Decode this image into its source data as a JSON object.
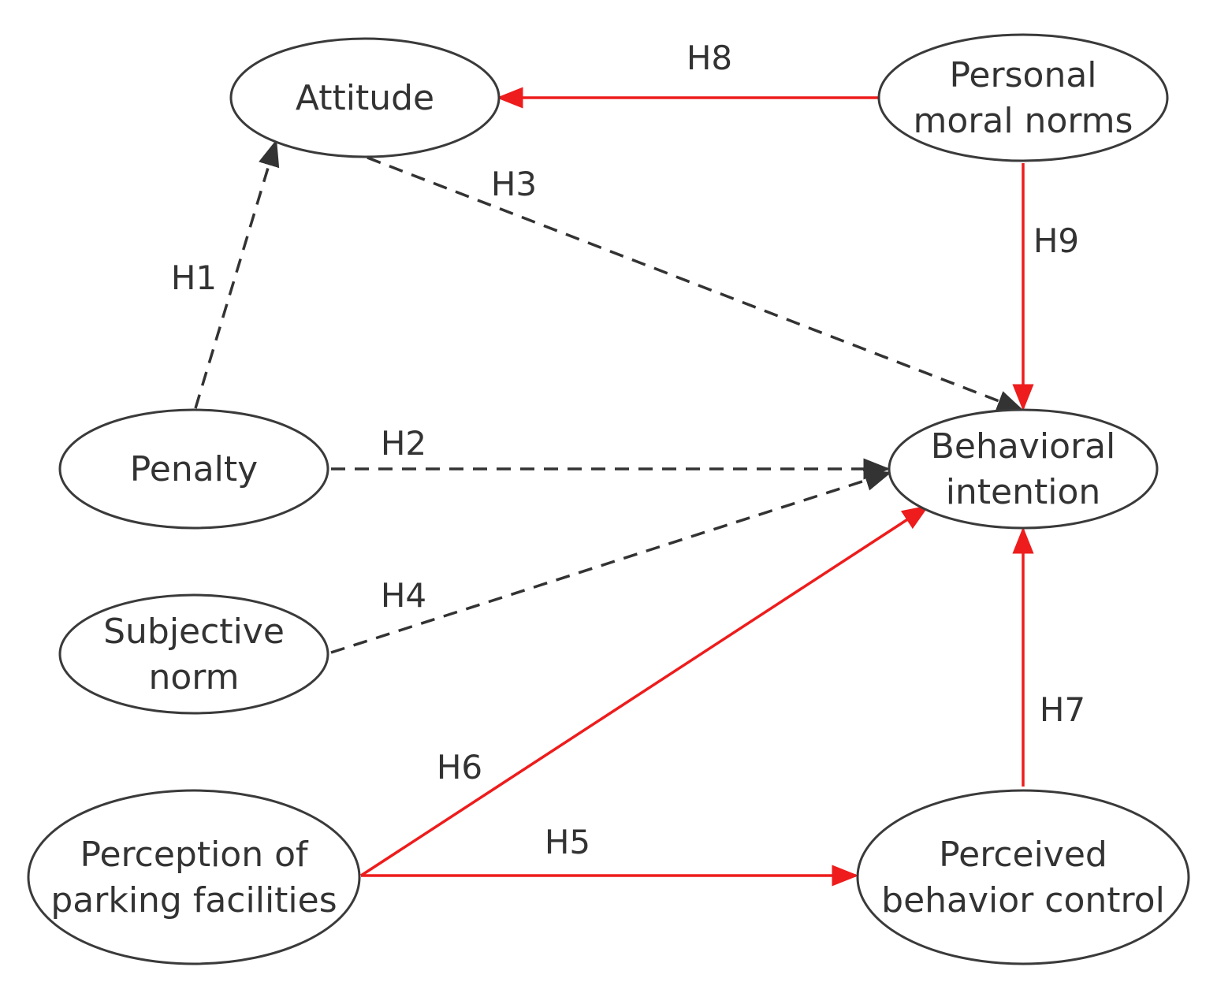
{
  "colors": {
    "supported": "#ee1c1c",
    "unsupported": "#333333",
    "node_stroke": "#3a3a3a"
  },
  "nodes": [
    {
      "id": "attitude",
      "lines": [
        "Attitude"
      ]
    },
    {
      "id": "personal-moral-norms",
      "lines": [
        "Personal",
        "moral norms"
      ]
    },
    {
      "id": "penalty",
      "lines": [
        "Penalty"
      ]
    },
    {
      "id": "behavioral-intention",
      "lines": [
        "Behavioral",
        "intention"
      ]
    },
    {
      "id": "subjective-norm",
      "lines": [
        "Subjective",
        "norm"
      ]
    },
    {
      "id": "perception-of-parking-facilities",
      "lines": [
        "Perception of",
        "parking facilities"
      ]
    },
    {
      "id": "perceived-behavior-control",
      "lines": [
        "Perceived",
        "behavior control"
      ]
    }
  ],
  "edges": [
    {
      "id": "h1",
      "label": "H1",
      "from": "penalty",
      "to": "attitude",
      "style": "dashed"
    },
    {
      "id": "h2",
      "label": "H2",
      "from": "penalty",
      "to": "behavioral-intention",
      "style": "dashed"
    },
    {
      "id": "h3",
      "label": "H3",
      "from": "attitude",
      "to": "behavioral-intention",
      "style": "dashed"
    },
    {
      "id": "h4",
      "label": "H4",
      "from": "subjective-norm",
      "to": "behavioral-intention",
      "style": "dashed"
    },
    {
      "id": "h5",
      "label": "H5",
      "from": "perception-of-parking-facilities",
      "to": "perceived-behavior-control",
      "style": "solid"
    },
    {
      "id": "h6",
      "label": "H6",
      "from": "perception-of-parking-facilities",
      "to": "behavioral-intention",
      "style": "solid"
    },
    {
      "id": "h7",
      "label": "H7",
      "from": "perceived-behavior-control",
      "to": "behavioral-intention",
      "style": "solid"
    },
    {
      "id": "h8",
      "label": "H8",
      "from": "personal-moral-norms",
      "to": "attitude",
      "style": "solid"
    },
    {
      "id": "h9",
      "label": "H9",
      "from": "personal-moral-norms",
      "to": "behavioral-intention",
      "style": "solid"
    }
  ]
}
